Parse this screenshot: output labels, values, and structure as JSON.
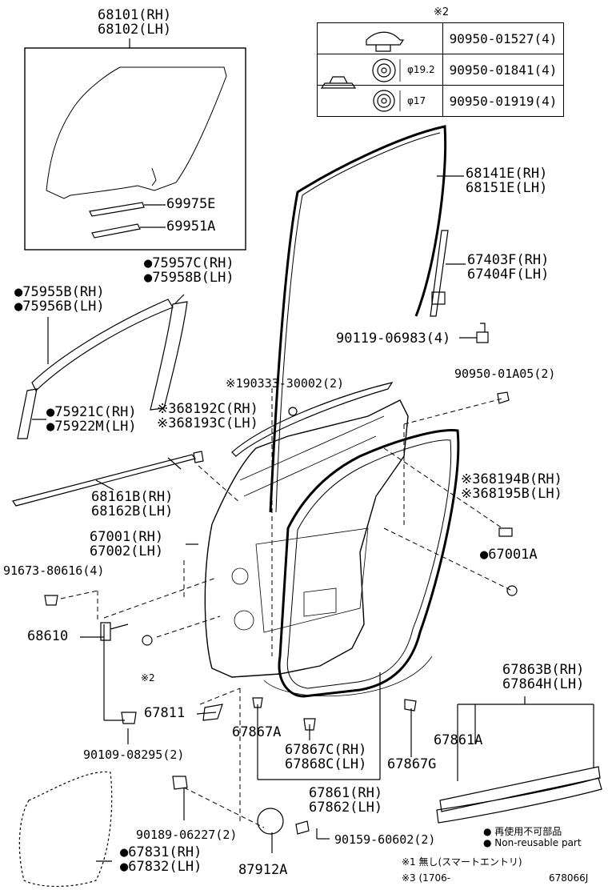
{
  "diagram": {
    "glass": {
      "part": [
        "68101(RH)",
        "68102(LH)"
      ],
      "sub1": "69975E",
      "sub2": "69951A"
    },
    "fastener_table": {
      "header": "※2",
      "rows": [
        {
          "part": "90950-01527(4)",
          "dim": ""
        },
        {
          "part": "90950-01841(4)",
          "dim": "φ19.2"
        },
        {
          "part": "90950-01919(4)",
          "dim": "φ17"
        }
      ]
    },
    "labels": {
      "l68141": [
        "68141E(RH)",
        "68151E(LH)"
      ],
      "l67403": [
        "67403F(RH)",
        "67404F(LH)"
      ],
      "l90119": "90119-06983(4)",
      "l75957": [
        "●75957C(RH)",
        "●75958B(LH)"
      ],
      "l75955": [
        "●75955B(RH)",
        "●75956B(LH)"
      ],
      "l90333": "※190333-30002(2)",
      "l90950a05": "90950-01A05(2)",
      "l75921": [
        "●75921C(RH)",
        "●75922M(LH)"
      ],
      "l68192": [
        "※368192C(RH)",
        "※368193C(LH)"
      ],
      "l68161": [
        "68161B(RH)",
        "68162B(LH)"
      ],
      "l68194": [
        "※368194B(RH)",
        "※368195B(LH)"
      ],
      "l67001": [
        "67001(RH)",
        "67002(LH)"
      ],
      "l67001a": "●67001A",
      "l91673": "91673-80616(4)",
      "l68610": "68610",
      "l_note2": "※2",
      "l67863": [
        "67863B(RH)",
        "67864H(LH)"
      ],
      "l67811": "67811",
      "l67867a": "67867A",
      "l67861a": "67861A",
      "l90109": "90109-08295(2)",
      "l67867c": [
        "67867C(RH)",
        "67868C(LH)"
      ],
      "l67867g": "67867G",
      "l67861": [
        "67861(RH)",
        "67862(LH)"
      ],
      "l90189": "90189-06227(2)",
      "l90159": "90159-60602(2)",
      "l67831": [
        "●67831(RH)",
        "●67832(LH)"
      ],
      "l87912": "87912A"
    },
    "legend": {
      "jp": "● 再使用不可部品",
      "en": "● Non-reusable part"
    },
    "footnotes": {
      "n1": "※1 無し(スマートエントリ)",
      "n3": "※3 (1706-"
    },
    "figure_id": "678066J"
  }
}
